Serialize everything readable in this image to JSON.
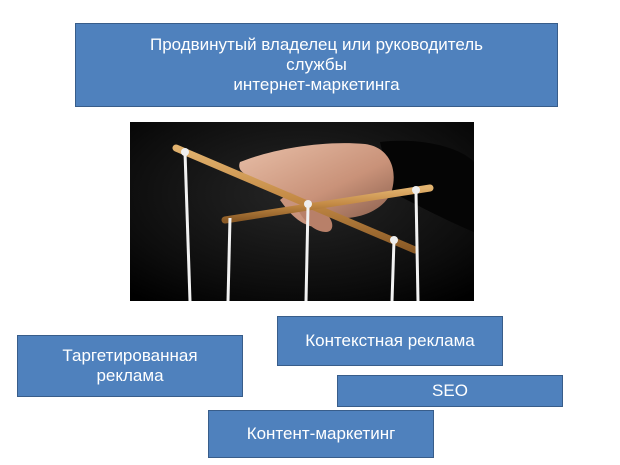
{
  "top_box": {
    "lines": [
      "Продвинутый владелец или руководитель",
      "службы",
      "интернет-маркетинга"
    ]
  },
  "boxes": {
    "targeted": {
      "lines": [
        "Таргетированная",
        "реклама"
      ]
    },
    "contextual": "Контекстная реклама",
    "seo": "SEO",
    "content_marketing": "Контент-маркетинг"
  },
  "colors": {
    "box_fill": "#4f81bd",
    "box_border": "#385d8a",
    "text": "#ffffff"
  }
}
